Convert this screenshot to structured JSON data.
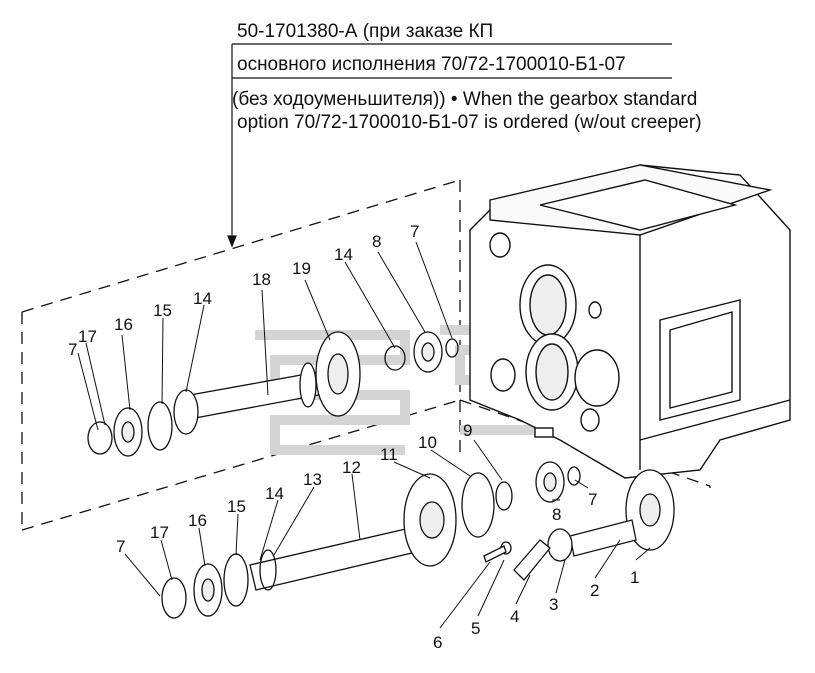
{
  "header": {
    "part_line": "50-1701380-А (при  заказе КП",
    "spec_line": "основного исполнения 70/72-1700010-Б1-07",
    "note_line1": "(без ходоуменьшителя)) • When the gearbox standard",
    "note_line2": "option 70/72-1700010-Б1-07 is ordered (w/out creeper)"
  },
  "callouts": {
    "c1": "1",
    "c2": "2",
    "c3": "3",
    "c4": "4",
    "c5": "5",
    "c6": "6",
    "c7a": "7",
    "c7b": "7",
    "c7c": "7",
    "c7d": "7",
    "c8a": "8",
    "c8b": "8",
    "c9": "9",
    "c10": "10",
    "c11": "11",
    "c12": "12",
    "c13": "13",
    "c14a": "14",
    "c14b": "14",
    "c14c": "14",
    "c15a": "15",
    "c15b": "15",
    "c16a": "16",
    "c16b": "16",
    "c17a": "17",
    "c17b": "17",
    "c18": "18",
    "c19": "19"
  },
  "colors": {
    "ink": "#111111",
    "watermark": "#d6d6d6"
  }
}
